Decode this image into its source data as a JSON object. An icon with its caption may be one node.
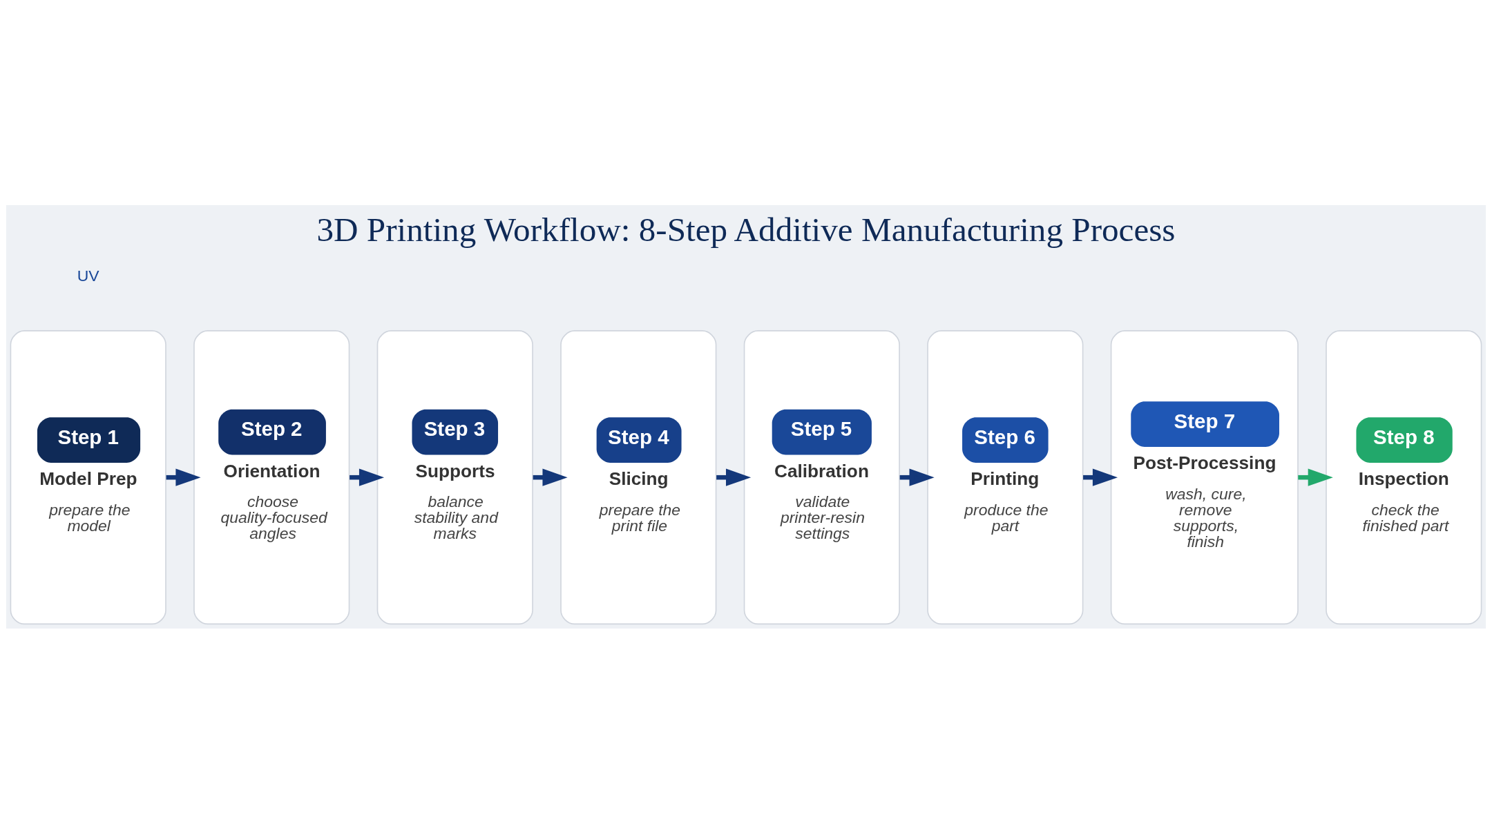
{
  "diagram": {
    "title": "3D Printing Workflow: 8-Step Additive Manufacturing Process",
    "nodes": [
      {
        "text": [
          "Step 1",
          "Model Prep",
          "prepare the model"
        ]
      },
      {
        "text": [
          "Step 2",
          "Orientation",
          "choose quality-focused angles"
        ]
      },
      {
        "text": [
          "Step 3",
          "Supports",
          "balance stability and marks"
        ]
      },
      {
        "text": [
          "Step 4",
          "Slicing",
          "prepare the print file"
        ]
      },
      {
        "text": [
          "Step 5",
          "Calibration",
          "validate printer-resin settings"
        ]
      },
      {
        "text": [
          "Step 6",
          "Printing",
          "produce the part"
        ]
      },
      {
        "text": [
          "Step 7",
          "Post-Processing",
          "wash, cure, remove supports, finish"
        ]
      },
      {
        "text": [
          "Step 8",
          "Inspection",
          "check the finished part"
        ]
      }
    ],
    "edges": [
      {
        "from": 0,
        "to": 1,
        "arrow": "to"
      },
      {
        "from": 1,
        "to": 2,
        "arrow": "to"
      },
      {
        "from": 2,
        "to": 3,
        "arrow": "to"
      },
      {
        "from": 3,
        "to": 4,
        "arrow": "to"
      },
      {
        "from": 4,
        "to": 5,
        "arrow": "to"
      },
      {
        "from": 5,
        "to": 6,
        "arrow": "to"
      },
      {
        "from": 6,
        "to": 7,
        "arrow": "to",
        "color": "#22a86b"
      }
    ],
    "labels": [
      "UV"
    ]
  }
}
